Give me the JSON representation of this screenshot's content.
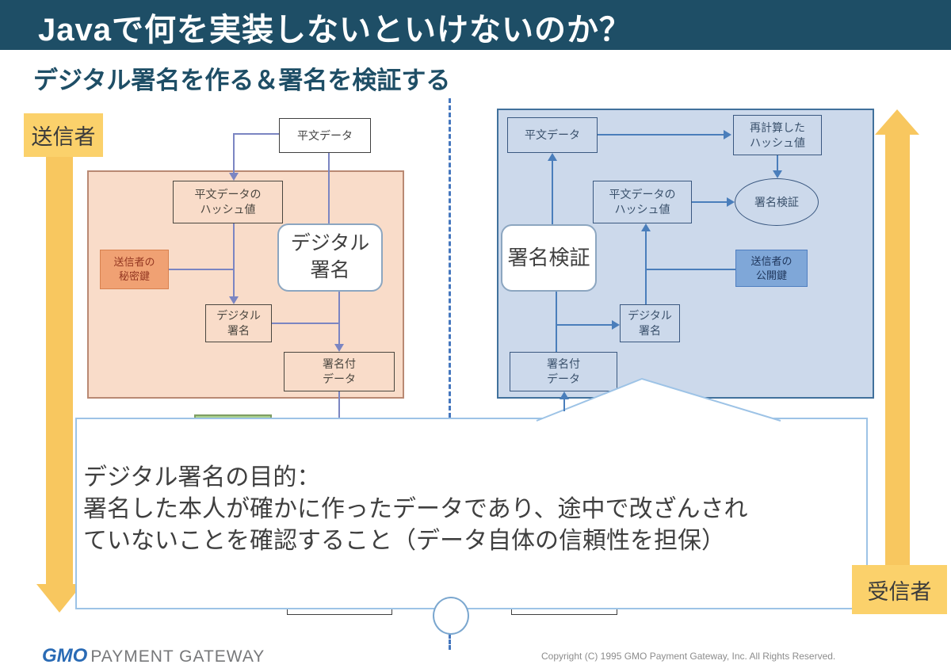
{
  "slide": {
    "title": "Javaで何を実装しないといけないのか？",
    "subtitle": "デジタル署名を作る＆署名を検証する"
  },
  "sender": {
    "actor_label": "送信者",
    "plain_data": "平文データ",
    "plain_hash": "平文データの\nハッシュ値",
    "private_key": "送信者の\n秘密鍵",
    "digital_signature_large": "デジタル\n署名",
    "digital_signature_small": "デジタル\n署名",
    "signed_data": "署名付\nデータ"
  },
  "receiver": {
    "actor_label": "受信者",
    "plain_data": "平文データ",
    "recalculated_hash": "再計算した\nハッシュ値",
    "verify_result_ellipse": "署名検証",
    "plain_hash": "平文データの\nハッシュ値",
    "verify_large": "署名検証",
    "public_key": "送信者の\n公開鍵",
    "digital_signature": "デジタル\n署名",
    "signed_data": "署名付\nデータ"
  },
  "callout": {
    "line1": "デジタル署名の目的：",
    "line2": "署名した本人が確かに作ったデータであり、途中で改ざんされ",
    "line3": "ていないことを確認すること（データ自体の信頼性を担保）"
  },
  "footer": {
    "logo_gmo": "GMO",
    "logo_rest": "PAYMENT GATEWAY",
    "copyright": "Copyright (C) 1995 GMO Payment Gateway, Inc. All Rights Reserved."
  },
  "colors": {
    "title_bar_bg": "#1E4E66",
    "peach_fill": "#F9DCC9",
    "private_key_fill": "#F0A173",
    "blue_fill": "#CCD9EB",
    "public_key_fill": "#7FA7D8",
    "actor_yellow": "#FBD16B",
    "green_box": "#A9D18E",
    "sender_connectors": "#7B85C2",
    "receiver_connectors": "#4A7EBB",
    "callout_border": "#9DC3E6"
  }
}
